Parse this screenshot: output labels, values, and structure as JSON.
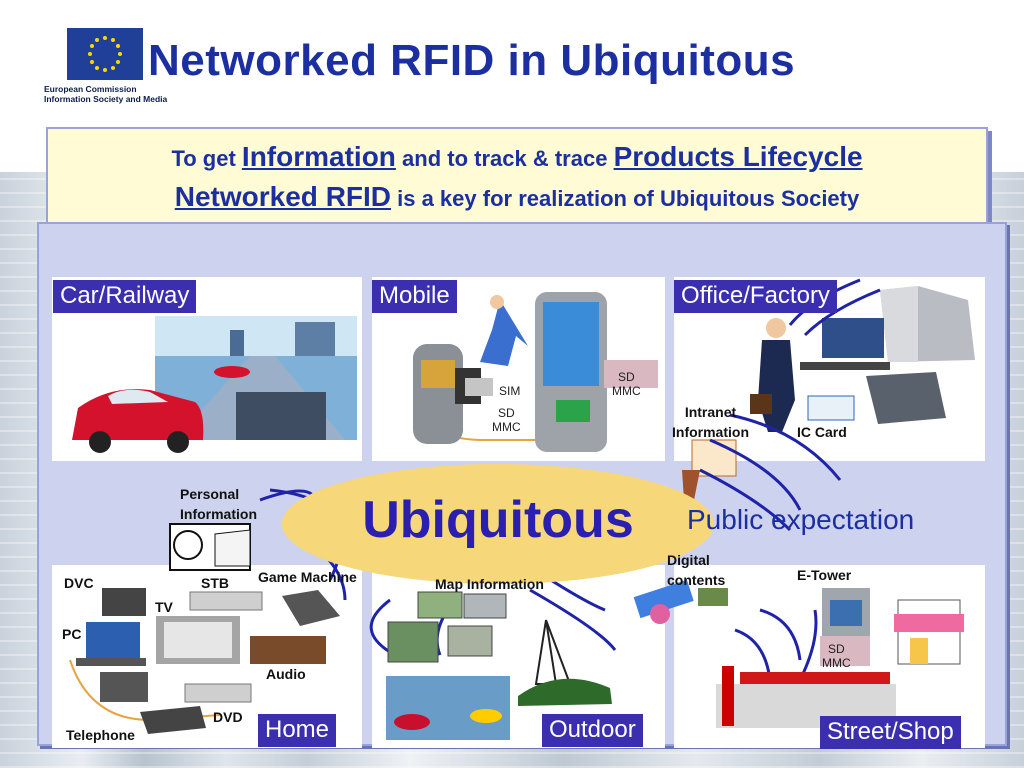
{
  "header": {
    "title": "Networked RFID in Ubiquitous",
    "logo_text_line1": "European Commission",
    "logo_text_line2": "Information Society and Media"
  },
  "banner": {
    "line1_a": "To get ",
    "line1_b": "Information",
    "line1_c": " and to track & trace ",
    "line1_d": "Products Lifecycle",
    "line2_a": "Networked RFID",
    "line2_b": " is a key for realization of Ubiquitous Society"
  },
  "center": {
    "title": "Ubiquitous",
    "public": "Public expectation",
    "personal": "Personal Information",
    "personal_l1": "Personal",
    "personal_l2": "Information",
    "digital_l1": "Digital",
    "digital_l2": "contents",
    "intranet_l1": "Intranet",
    "intranet_l2": "Information"
  },
  "sections": {
    "car": "Car/Railway",
    "mobile": "Mobile",
    "office": "Office/Factory",
    "home": "Home",
    "outdoor": "Outdoor",
    "street": "Street/Shop"
  },
  "mobile_labels": {
    "sim": "SIM",
    "sd1_l1": "SD",
    "sd1_l2": "MMC",
    "sd2_l1": "SD",
    "sd2_l2": "MMC"
  },
  "office_labels": {
    "iccard": "IC Card"
  },
  "home_labels": {
    "dvc": "DVC",
    "stb": "STB",
    "tv": "TV",
    "pc": "PC",
    "game": "Game Machine",
    "audio": "Audio",
    "dvd": "DVD",
    "telephone": "Telephone"
  },
  "outdoor_labels": {
    "map": "Map Information"
  },
  "street_labels": {
    "etower": "E-Tower",
    "sd_l1": "SD",
    "sd_l2": "MMC"
  },
  "colors": {
    "title_blue": "#1b2fa0",
    "label_bg": "#3b2fb0",
    "oval": "#f6d77a",
    "banner_bg": "#fffbd4",
    "panel_bg": "#cdd2ee"
  }
}
